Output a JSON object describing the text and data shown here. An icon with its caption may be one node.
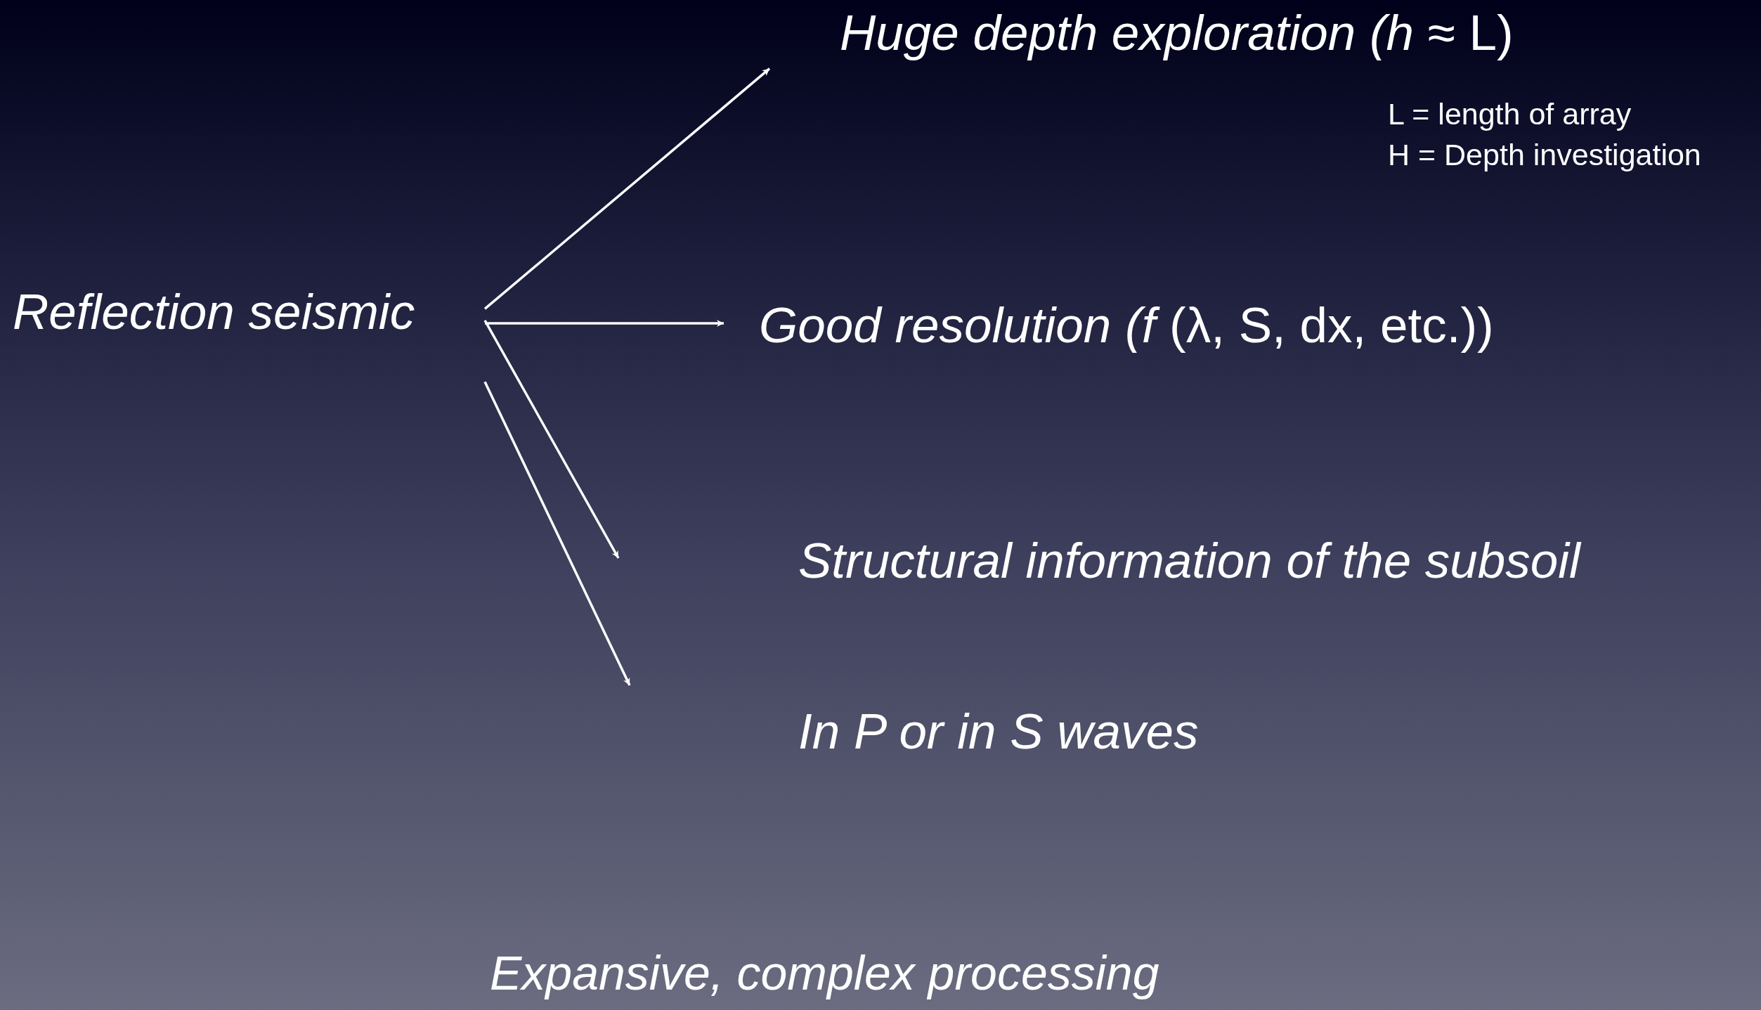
{
  "diagram": {
    "nodes": [
      {
        "text": [
          "Reflection seismic"
        ]
      },
      {
        "text": [
          "*Huge depth exploration (h* ≈ L)"
        ]
      },
      {
        "text": [
          "*Good resolution  (f* (λ, S, dx, etc.))"
        ]
      },
      {
        "text": [
          "*Structural information of the subsoil*"
        ]
      },
      {
        "text": [
          "*In P or in S waves*"
        ]
      }
    ],
    "edges": [
      {
        "from": 0,
        "to": 1,
        "arrow": "to"
      },
      {
        "from": 0,
        "to": 2,
        "arrow": "to"
      },
      {
        "from": 0,
        "to": null,
        "arrow": "to"
      },
      {
        "from": 0,
        "to": null,
        "arrow": "to"
      }
    ],
    "labels": [
      "L = length of array",
      "H = Depth investigation",
      "Expansive, complex processing"
    ]
  }
}
